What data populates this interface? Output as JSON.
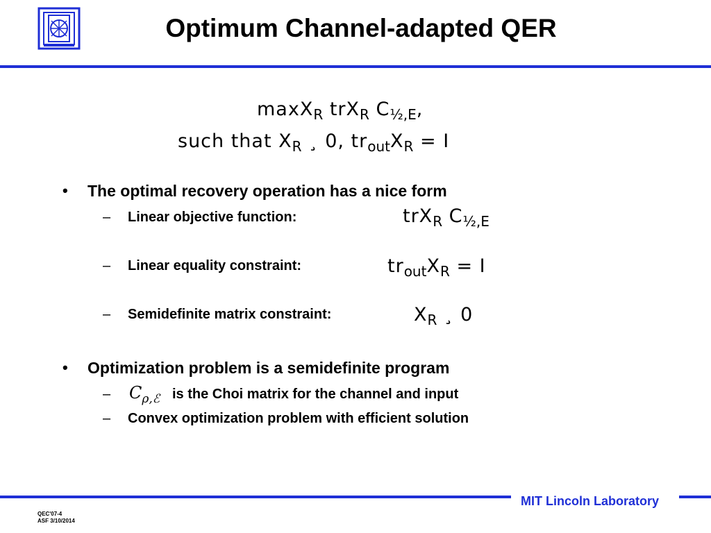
{
  "slide": {
    "title": "Optimum Channel-adapted QER"
  },
  "equations": {
    "eq1_main": "maxX",
    "eq1_sub": "R",
    "eq1_mid": " trX",
    "eq1_sub2": "R",
    "eq1_c": " C",
    "eq1_sub3": "½,E",
    "eq1_end": ",",
    "eq2_main": "such that X",
    "eq2_sub": "R",
    "eq2_mid": " ¸ 0, tr",
    "eq2_sub2": "out",
    "eq2_x": "X",
    "eq2_sub3": "R",
    "eq2_end": " = I"
  },
  "bullets": [
    {
      "text": "The optimal recovery operation has a nice form",
      "subs": [
        {
          "label": "Linear objective function:",
          "math": "trX",
          "math_sub": "R",
          "math_c": " C",
          "math_sub2": "½,E"
        },
        {
          "label": "Linear equality constraint:",
          "math": "tr",
          "math_sub": "out",
          "math_x": "X",
          "math_sub2": "R",
          "math_end": " = I"
        },
        {
          "label": "Semidefinite matrix constraint:",
          "math": "X",
          "math_sub": "R",
          "math_end": " ¸ 0"
        }
      ]
    },
    {
      "text": "Optimization problem is a semidefinite program",
      "subs": [
        {
          "math": "C",
          "math_sub": "ρ,ℰ",
          "label": "is the Choi matrix for the channel and input"
        },
        {
          "label": "Convex optimization problem with efficient solution"
        }
      ]
    }
  ],
  "symbols": {
    "bullet": "•",
    "dash": "–"
  },
  "footer": {
    "brand": "MIT Lincoln Laboratory",
    "code": "QEC'07-4",
    "date": "ASF 3/10/2014"
  },
  "colors": {
    "accent": "#1f2fd6"
  },
  "icons": {
    "logo": "lincoln-lab-logo-icon"
  }
}
